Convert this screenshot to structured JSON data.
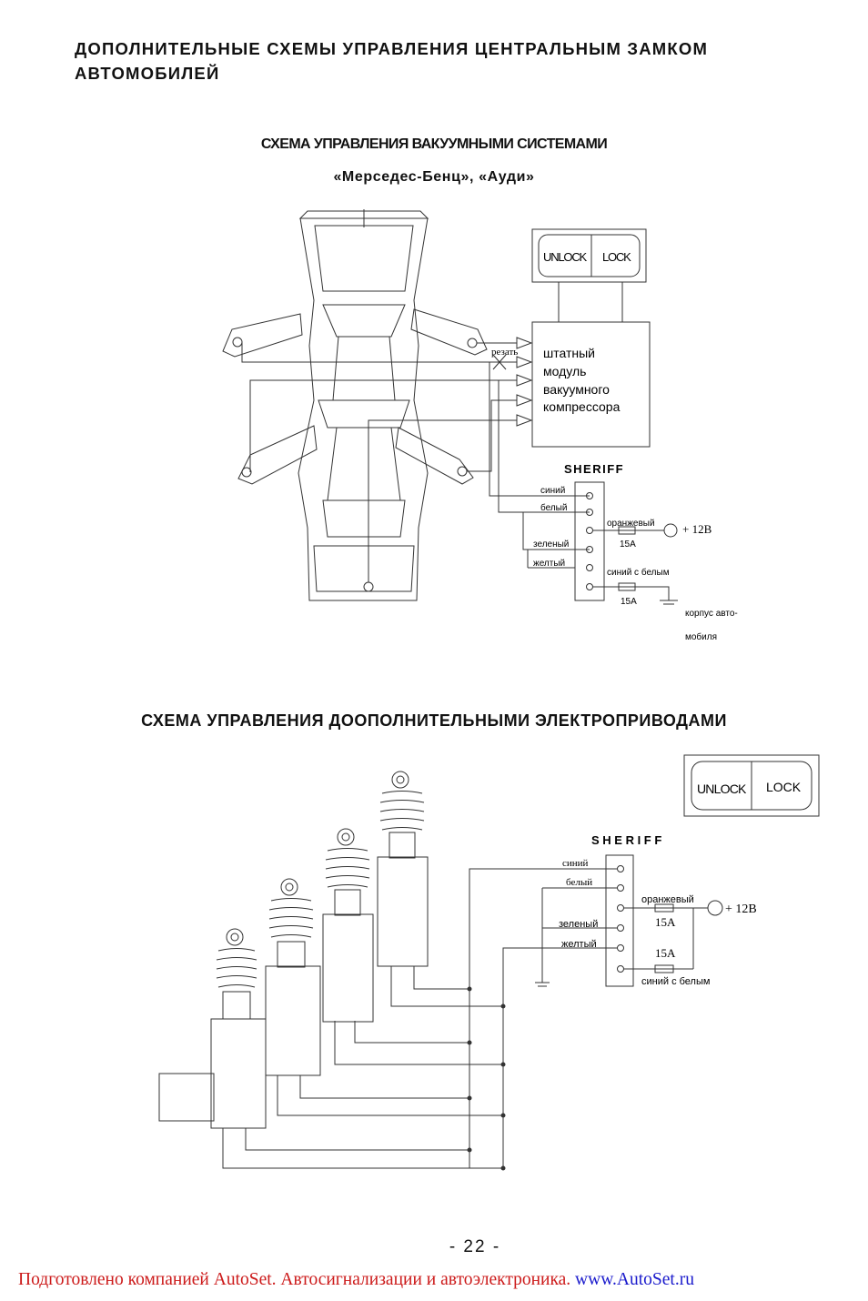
{
  "page": {
    "title": "ДОПОЛНИТЕЛЬНЫЕ СХЕМЫ УПРАВЛЕНИЯ ЦЕНТРАЛЬНЫМ ЗАМКОМ АВТОМОБИЛЕЙ",
    "page_number": "- 22 -",
    "footer_text": "Подготовлено компанией AutoSet. Автосигнализации и автоэлектроника.",
    "footer_url": "www.AutoSet.ru"
  },
  "diagram1": {
    "heading": "СХЕМА УПРАВЛЕНИЯ ВАКУУМНЫМИ СИСТЕМАМИ",
    "subheading": "«Мерседес-Бенц», «Ауди»",
    "switch_unlock": "UNLOCK",
    "switch_lock": "LOCK",
    "cut_label": "резать",
    "module_line1": "штатный",
    "module_line2": "модуль",
    "module_line3": "вакуумного",
    "module_line4": "компрессора",
    "sheriff": "SHERIFF",
    "wire_blue": "синий",
    "wire_white": "белый",
    "wire_orange": "оранжевый",
    "wire_green": "зеленый",
    "wire_yellow": "желтый",
    "wire_bluewhite": "синий с белым",
    "fuse1": "15A",
    "fuse2": "15A",
    "power": "+  12В",
    "ground_line1": "корпус авто-",
    "ground_line2": "мобиля"
  },
  "diagram2": {
    "heading": "СХЕМА УПРАВЛЕНИЯ ДООПОЛНИТЕЛЬНЫМИ ЭЛЕКТРОПРИВОДАМИ",
    "switch_unlock": "UNLOCK",
    "switch_lock": "LOCK",
    "sheriff": "S H E R I F F",
    "wire_blue": "синий",
    "wire_white": "белый",
    "wire_orange": "оранжевый",
    "wire_green": "зеленый",
    "wire_yellow": "желтый",
    "wire_bluewhite": "синий с белым",
    "fuse1": "15A",
    "fuse2": "15A",
    "power": "+  12В"
  }
}
